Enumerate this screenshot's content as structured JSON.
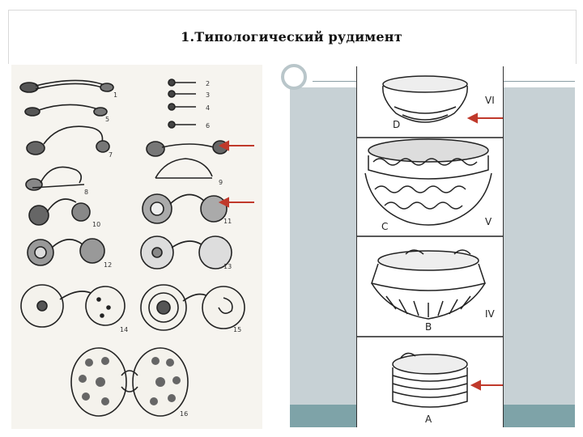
{
  "slide": {
    "title": "1.Типологический рудимент"
  },
  "figure_left": {
    "numbers": [
      "1",
      "2",
      "3",
      "4",
      "5",
      "6",
      "7",
      "8",
      "9",
      "10",
      "11",
      "12",
      "13",
      "14",
      "15",
      "16"
    ]
  },
  "figure_right": {
    "letters": [
      "D",
      "C",
      "B",
      "A"
    ],
    "roman": [
      "VI",
      "V",
      "IV"
    ]
  },
  "colors": {
    "arrow": "#c0392b",
    "panel_bg": "#c7d1d5",
    "panel_strip": "#7ea3a8"
  }
}
